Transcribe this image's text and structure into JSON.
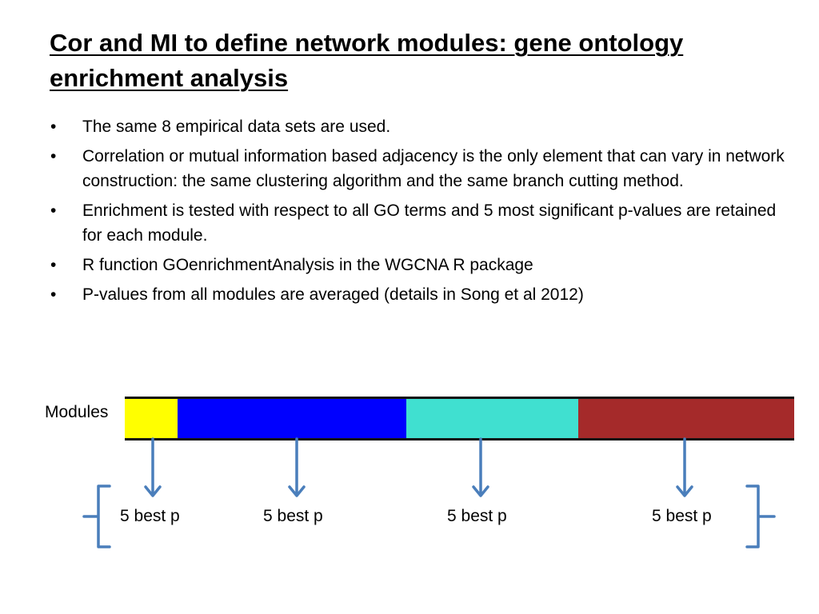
{
  "title": "Cor and MI to define network modules: gene ontology enrichment analysis",
  "bullets": [
    "The same 8 empirical data sets are used.",
    "Correlation or mutual information based adjacency is the only element that can vary in network construction: the same clustering algorithm and the same branch cutting method.",
    "Enrichment is tested with respect to all GO terms and 5 most significant p-values are retained for each module.",
    "R function GOenrichmentAnalysis in the WGCNA R package",
    "P-values from all modules are averaged (details in Song et al 2012)"
  ],
  "bullet_marker": "•",
  "diagram": {
    "modules_label": "Modules",
    "module_colors": [
      "#ffff00",
      "#0000ff",
      "#40e0d0",
      "#a52a2a"
    ],
    "labels": [
      "5 best p",
      "5 best p",
      "5 best p",
      "5 best p"
    ],
    "arrow_color": "#4a7ebb"
  }
}
